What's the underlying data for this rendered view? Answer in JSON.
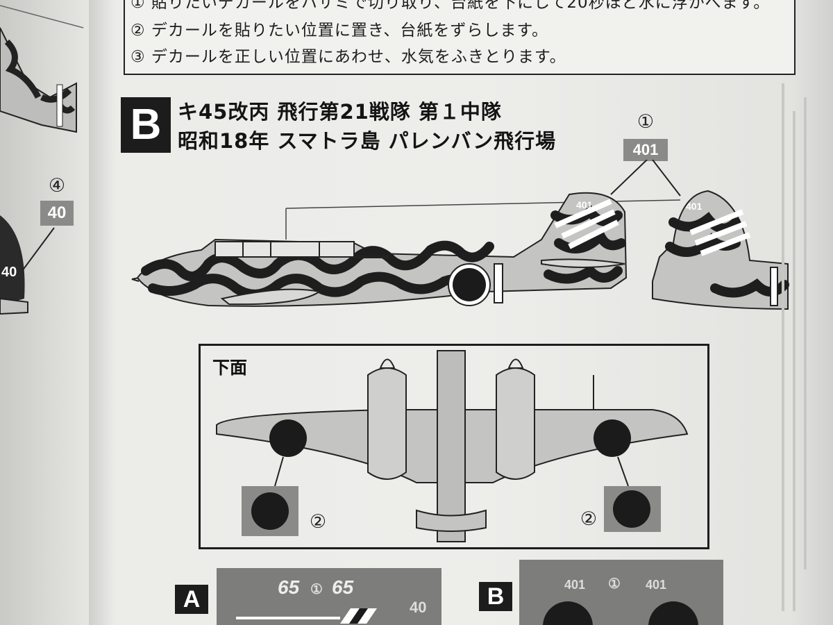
{
  "instructions": {
    "line1": "① 貼りたいデカールをハサミで切り取り、台紙を下にして20秒ほど水に浮かべます。",
    "line2": "② デカールを貼りたい位置に置き、台紙をずらします。",
    "line3": "③ デカールを正しい位置にあわせ、水気をふきとります。"
  },
  "section": {
    "letter": "B",
    "title_line1": "キ45改丙 飛行第21戦隊 第１中隊",
    "title_line2": "昭和18年 スマトラ島 パレンバン飛行場"
  },
  "callouts": {
    "tail_num": "①",
    "tail_tag": "401",
    "left_num": "④",
    "left_tag": "40",
    "left_tail_code": "40",
    "tail_code_left": "401",
    "tail_code_right": "401"
  },
  "underside": {
    "label": "下面",
    "hinomaru_left_num": "②",
    "hinomaru_right_num": "②"
  },
  "decal_sheets": {
    "a_letter": "A",
    "a_code1": "65",
    "a_num": "①",
    "a_code2": "65",
    "a_code3": "40",
    "b_letter": "B",
    "b_code1": "401",
    "b_num": "①",
    "b_code2": "401"
  },
  "colors": {
    "paper": "#ececea",
    "ink": "#1c1c1c",
    "decal_grey": "#8a8a88",
    "aircraft_grey": "#c4c4c2"
  }
}
